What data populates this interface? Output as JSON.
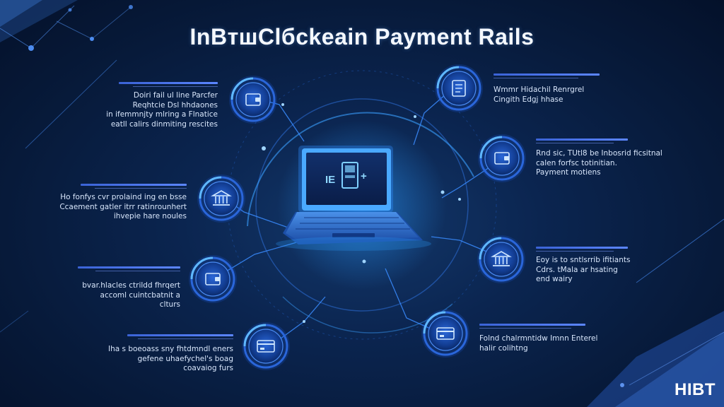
{
  "title": "InBтшClбckeain Payment Rails",
  "brand": "HIBT",
  "colors": {
    "accent": "#3fa3ff",
    "background": "#071a3a",
    "node_ring": "#2f6df0"
  },
  "hub_icon": "laptop-blockchain-icon",
  "nodes": [
    {
      "id": "top-left",
      "icon": "wallet-icon",
      "lines": [
        "Doiri fail ul line Parcfer",
        "Reqhtcie Dsl hhdaones",
        "in ifemmnjty mlring a Flnatice",
        "eatll calirs dinmiting rescites"
      ]
    },
    {
      "id": "mid-left",
      "icon": "bank-icon",
      "lines": [
        "Ho fonfys cvr prolaind  ing en bsse",
        "Ccaement gatler itrr ratinrounhert",
        "ihvepie hare noules"
      ]
    },
    {
      "id": "lower-left",
      "icon": "wallet-icon",
      "lines": [
        "bvar.hlacles  ctrildd fhrqert",
        "accoml cuintcbatnit  a",
        "clturs"
      ]
    },
    {
      "id": "bottom-left",
      "icon": "card-icon",
      "lines": [
        "Iha s boeoass sny fhtdmndl eners",
        "gefene uhaefychel's boag",
        "coavaiog furs"
      ]
    },
    {
      "id": "top-right",
      "icon": "document-icon",
      "lines": [
        "Wmmr Hidachil Renrgrel",
        "Cingith Edgj hhase"
      ]
    },
    {
      "id": "mid-right",
      "icon": "wallet-icon",
      "lines": [
        "Rnd sic, TUtl8 be Inbosrid ficsitnal",
        "calen forfsc  totinitian.",
        "Payment motiens"
      ]
    },
    {
      "id": "lower-right",
      "icon": "bank-icon",
      "lines": [
        "Eoy is to sntlsrrib ifitiants",
        "Cdrs. tMala ar hsating",
        "end wairy"
      ]
    },
    {
      "id": "bottom-right",
      "icon": "card-icon",
      "lines": [
        "Folnd chalrmntidw Imnn Enterel",
        "halir colihtng"
      ]
    }
  ]
}
